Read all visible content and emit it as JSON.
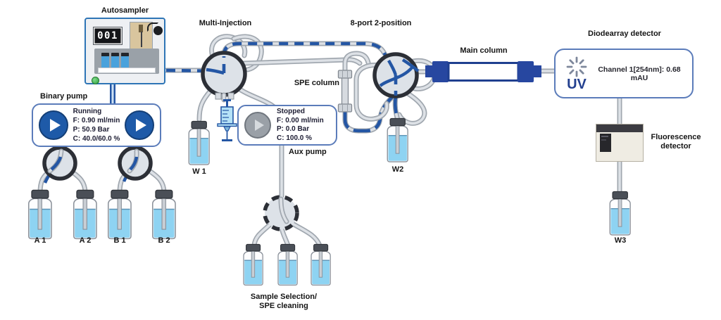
{
  "labels": {
    "autosampler": "Autosampler",
    "multi_injection": "Multi-Injection",
    "eight_port": "8-port 2-position",
    "binary_pump": "Binary pump",
    "spe_column": "SPE column",
    "main_column": "Main column",
    "aux_pump": "Aux pump",
    "diodearray_detector": "Diodearray detector",
    "fluorescence_line1": "Fluorescence",
    "fluorescence_line2": "detector",
    "sample_selection_line1": "Sample Selection/",
    "sample_selection_line2": "SPE cleaning"
  },
  "autosampler": {
    "display_value": "001"
  },
  "binary_pump": {
    "status": "Running",
    "flow": "F: 0.90 ml/min",
    "pressure": "P: 50.9 Bar",
    "composition": "C: 40.0/60.0 %"
  },
  "aux_pump": {
    "status": "Stopped",
    "flow": "F: 0.00 ml/min",
    "pressure": "P: 0.0 Bar",
    "composition": "C: 100.0 %"
  },
  "diodearray": {
    "uv_label": "UV",
    "channel_text": "Channel 1[254nm]: 0.68 mAU"
  },
  "bottles": {
    "a1": "A 1",
    "a2": "A 2",
    "b1": "B 1",
    "b2": "B 2",
    "w1": "W 1",
    "w2": "W2",
    "w3": "W3"
  },
  "colors": {
    "accent_blue": "#1e5aa8",
    "flow_blue": "#2456a4",
    "panel_border": "#5b7cba",
    "uv_blue": "#23408f",
    "liquid_blue": "#8ed3f2"
  }
}
